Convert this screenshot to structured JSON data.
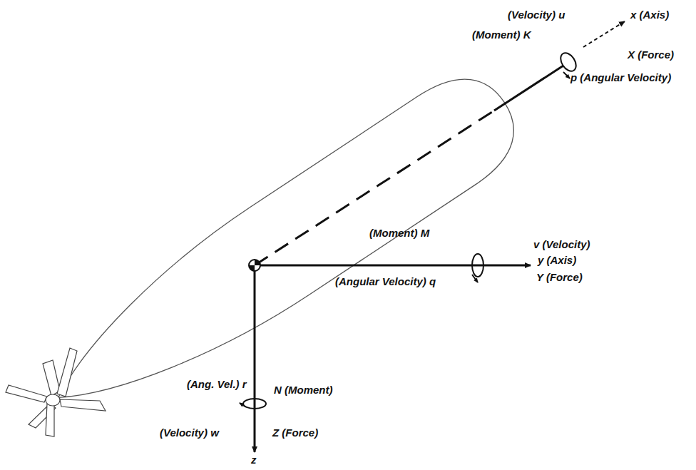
{
  "diagram": {
    "labels": [
      "(Velocity) u",
      "x (Axis)",
      "(Moment) K",
      "X (Force)",
      "p (Angular Velocity)",
      "(Moment) M",
      "v (Velocity)",
      "y (Axis)",
      "(Angular Velocity) q",
      "Y (Force)",
      "(Ang. Vel.) r",
      "N (Moment)",
      "(Velocity) w",
      "Z (Force)",
      "z"
    ]
  }
}
